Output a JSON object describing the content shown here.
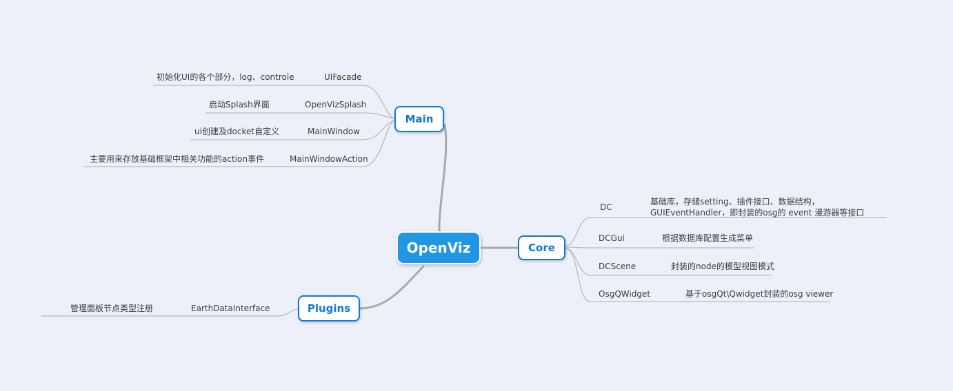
{
  "root": {
    "label": "OpenViz"
  },
  "branches": [
    {
      "label": "Main",
      "children": [
        {
          "label": "UIFacade",
          "note": "初始化UI的各个部分，log、controle"
        },
        {
          "label": "OpenVizSplash",
          "note": "启动Splash界面"
        },
        {
          "label": "MainWindow",
          "note": "ui创建及docket自定义"
        },
        {
          "label": "MainWindowAction",
          "note": "主要用来存放基础框架中相关功能的action事件"
        }
      ]
    },
    {
      "label": "Core",
      "children": [
        {
          "label": "DC",
          "note": "基础库，存储setting、插件接口、数据结构，GUIEventHandler，即封装的osg的 event 漫游器等接口"
        },
        {
          "label": "DCGui",
          "note": "根据数据库配置生成菜单"
        },
        {
          "label": "DCScene",
          "note": "封装的node的模型视图模式"
        },
        {
          "label": "OsgQWidget",
          "note": "基于osgQt\\Qwidget封装的osg viewer"
        }
      ]
    },
    {
      "label": "Plugins",
      "children": [
        {
          "label": "EarthDataInterface",
          "note": "管理面板节点类型注册"
        }
      ]
    }
  ],
  "colors": {
    "background": "#edf0f9",
    "root_fill": "#2196e3",
    "branch_border": "#0d7ad6",
    "branch_text": "#0d7ad6",
    "leaf_text": "#3d3d3f",
    "main_wire": "#a9a9ab",
    "leaf_wire": "#b6bac3"
  }
}
